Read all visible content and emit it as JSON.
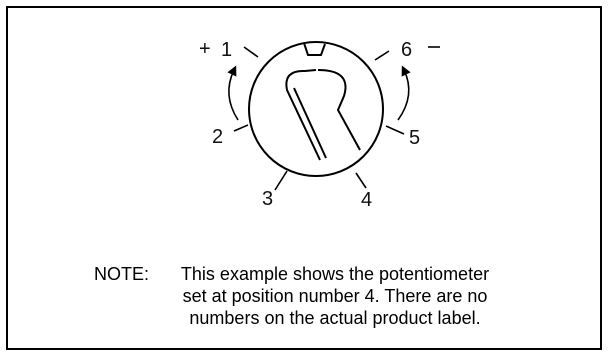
{
  "diagram": {
    "labels": {
      "plus": "+",
      "minus": "−",
      "positions": [
        "1",
        "2",
        "3",
        "4",
        "5",
        "6"
      ]
    },
    "note": {
      "label": "NOTE:",
      "lines": [
        "This example shows the potentiometer",
        "set at position number 4. There are no",
        "numbers on the actual product label."
      ]
    },
    "setting": "4"
  }
}
